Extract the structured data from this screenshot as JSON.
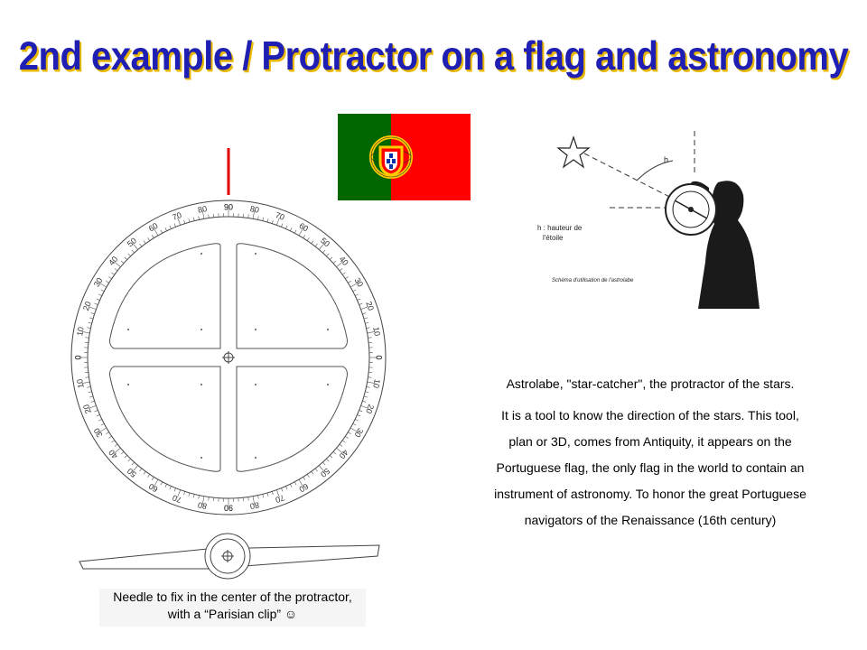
{
  "title": "2nd example /  Protractor on a flag and astronomy",
  "colors": {
    "title": "#1f1fb4",
    "title_shadow": "#e8b800",
    "flag_green": "#006600",
    "flag_red": "#ff0000",
    "flag_gold": "#ffcc00"
  },
  "protractor": {
    "scale_labels_top": [
      "90",
      "80",
      "70",
      "60",
      "50",
      "40",
      "30",
      "20",
      "10",
      "0"
    ],
    "scale_labels_bottom": [
      "0",
      "10",
      "20",
      "30",
      "40",
      "50",
      "60",
      "70",
      "80",
      "90"
    ]
  },
  "needle_caption": {
    "line1": "Needle to fix in the center of the protractor,",
    "line2": "with a “Parisian clip” ☺"
  },
  "astrolabe_figure": {
    "label_h": "h",
    "legend_line1": "h : hauteur de",
    "legend_line2": "l'étoile",
    "caption": "Schéma d'utilisation de l'astrolabe"
  },
  "description": {
    "heading": "Astrolabe, \"star-catcher\", the protractor of the stars.",
    "lines": [
      "It is a tool to know the direction of the stars. This tool,",
      "plan or 3D, comes from Antiquity, it appears on the",
      "Portuguese flag, the only flag in the world to contain an",
      "instrument of astronomy. To honor the great Portuguese",
      "navigators of the Renaissance (16th century)"
    ]
  }
}
